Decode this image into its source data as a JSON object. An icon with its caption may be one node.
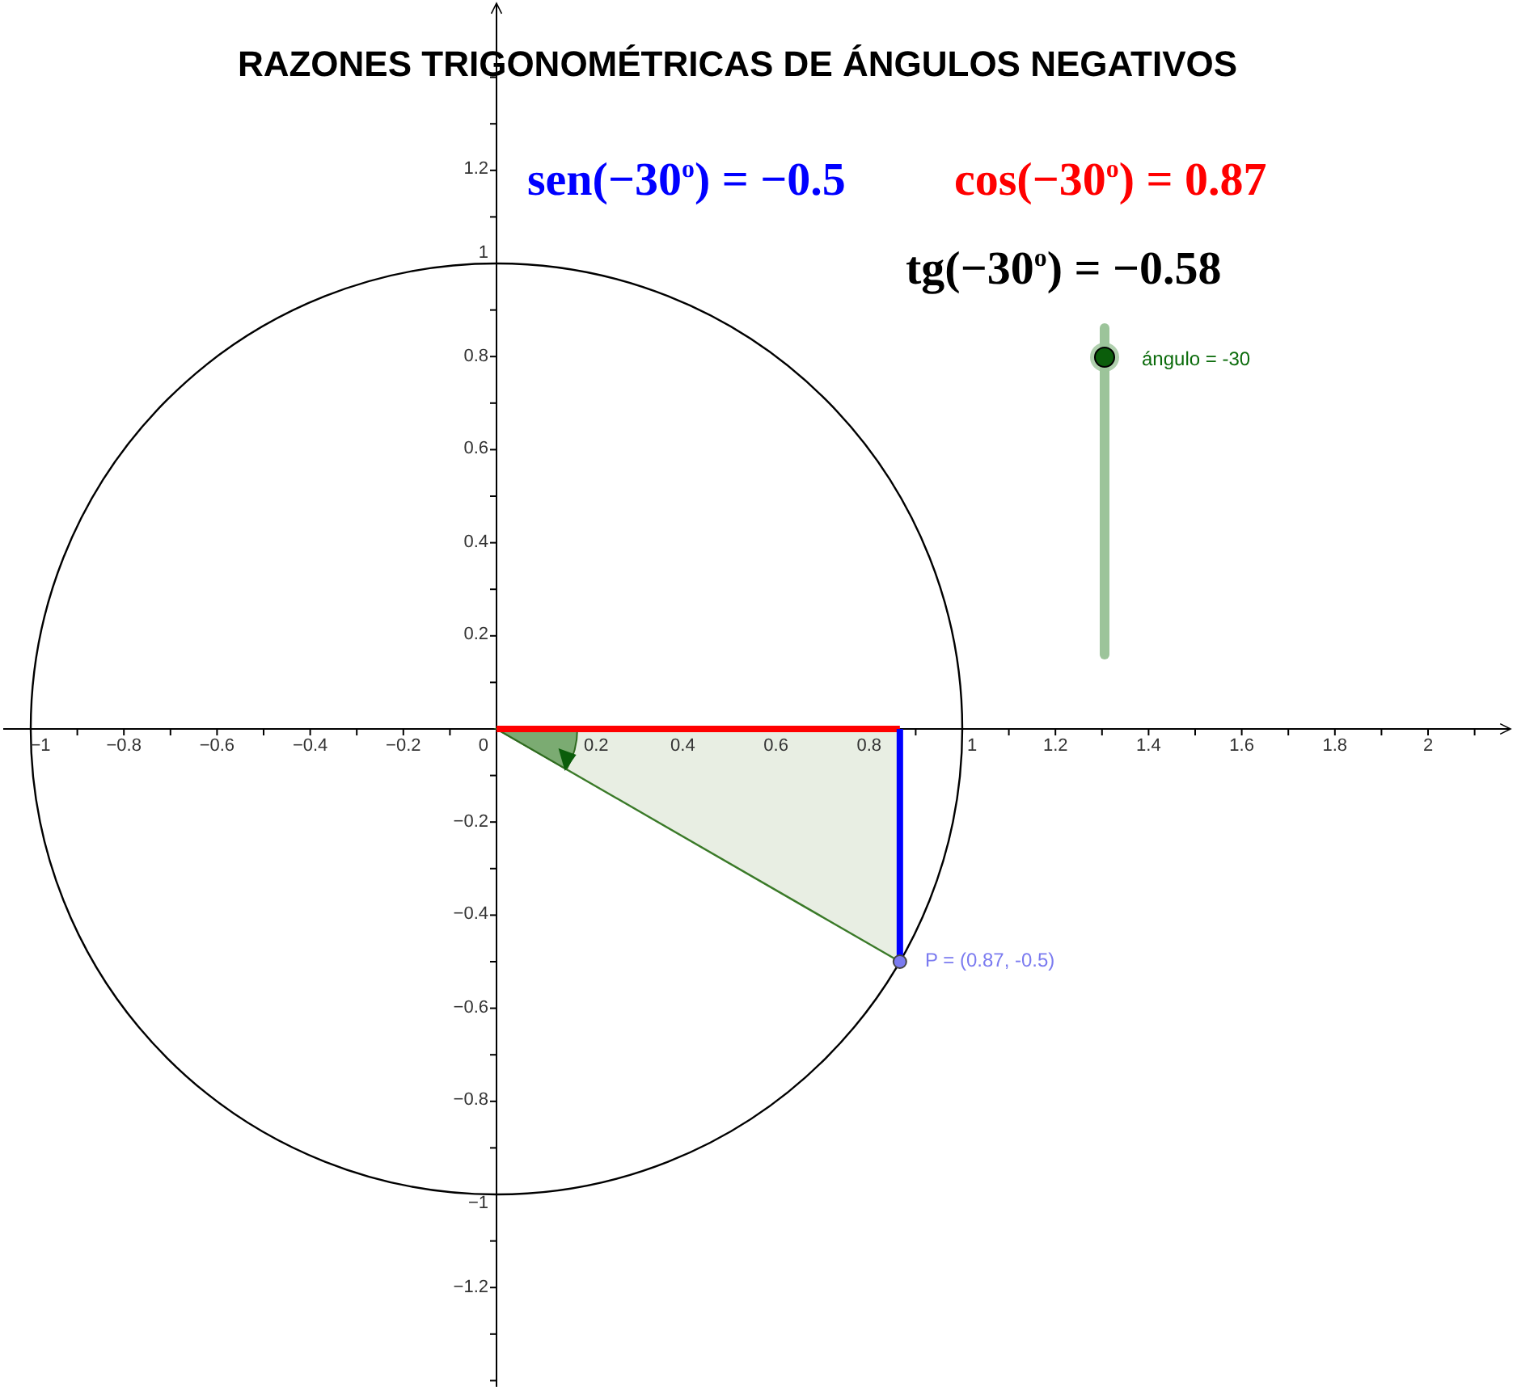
{
  "diagram": {
    "title": "RAZONES TRIGONOMÉTRICAS DE ÁNGULOS NEGATIVOS",
    "labels": [
      "sen(−30$^{o}$) = −0.5",
      "cos(−30$^{o}$) = 0.87",
      "1.2",
      "tg(−30$^{o}$) = −0.58",
      "1",
      "0.8",
      "ángulo = -30",
      "0.6",
      "0.4",
      "0.2",
      "−1",
      "−0.8",
      "−0.6",
      "−0.4",
      "−0.2",
      "0",
      "0.2",
      "0.4",
      "0.6",
      "0.8",
      "1",
      "1.2",
      "1.4",
      "1.6",
      "1.8",
      "2",
      "−0.2",
      "−0.4",
      "P = (0.87, -0.5)",
      "−0.6",
      "−0.8",
      "−1",
      "−1.2"
    ]
  }
}
